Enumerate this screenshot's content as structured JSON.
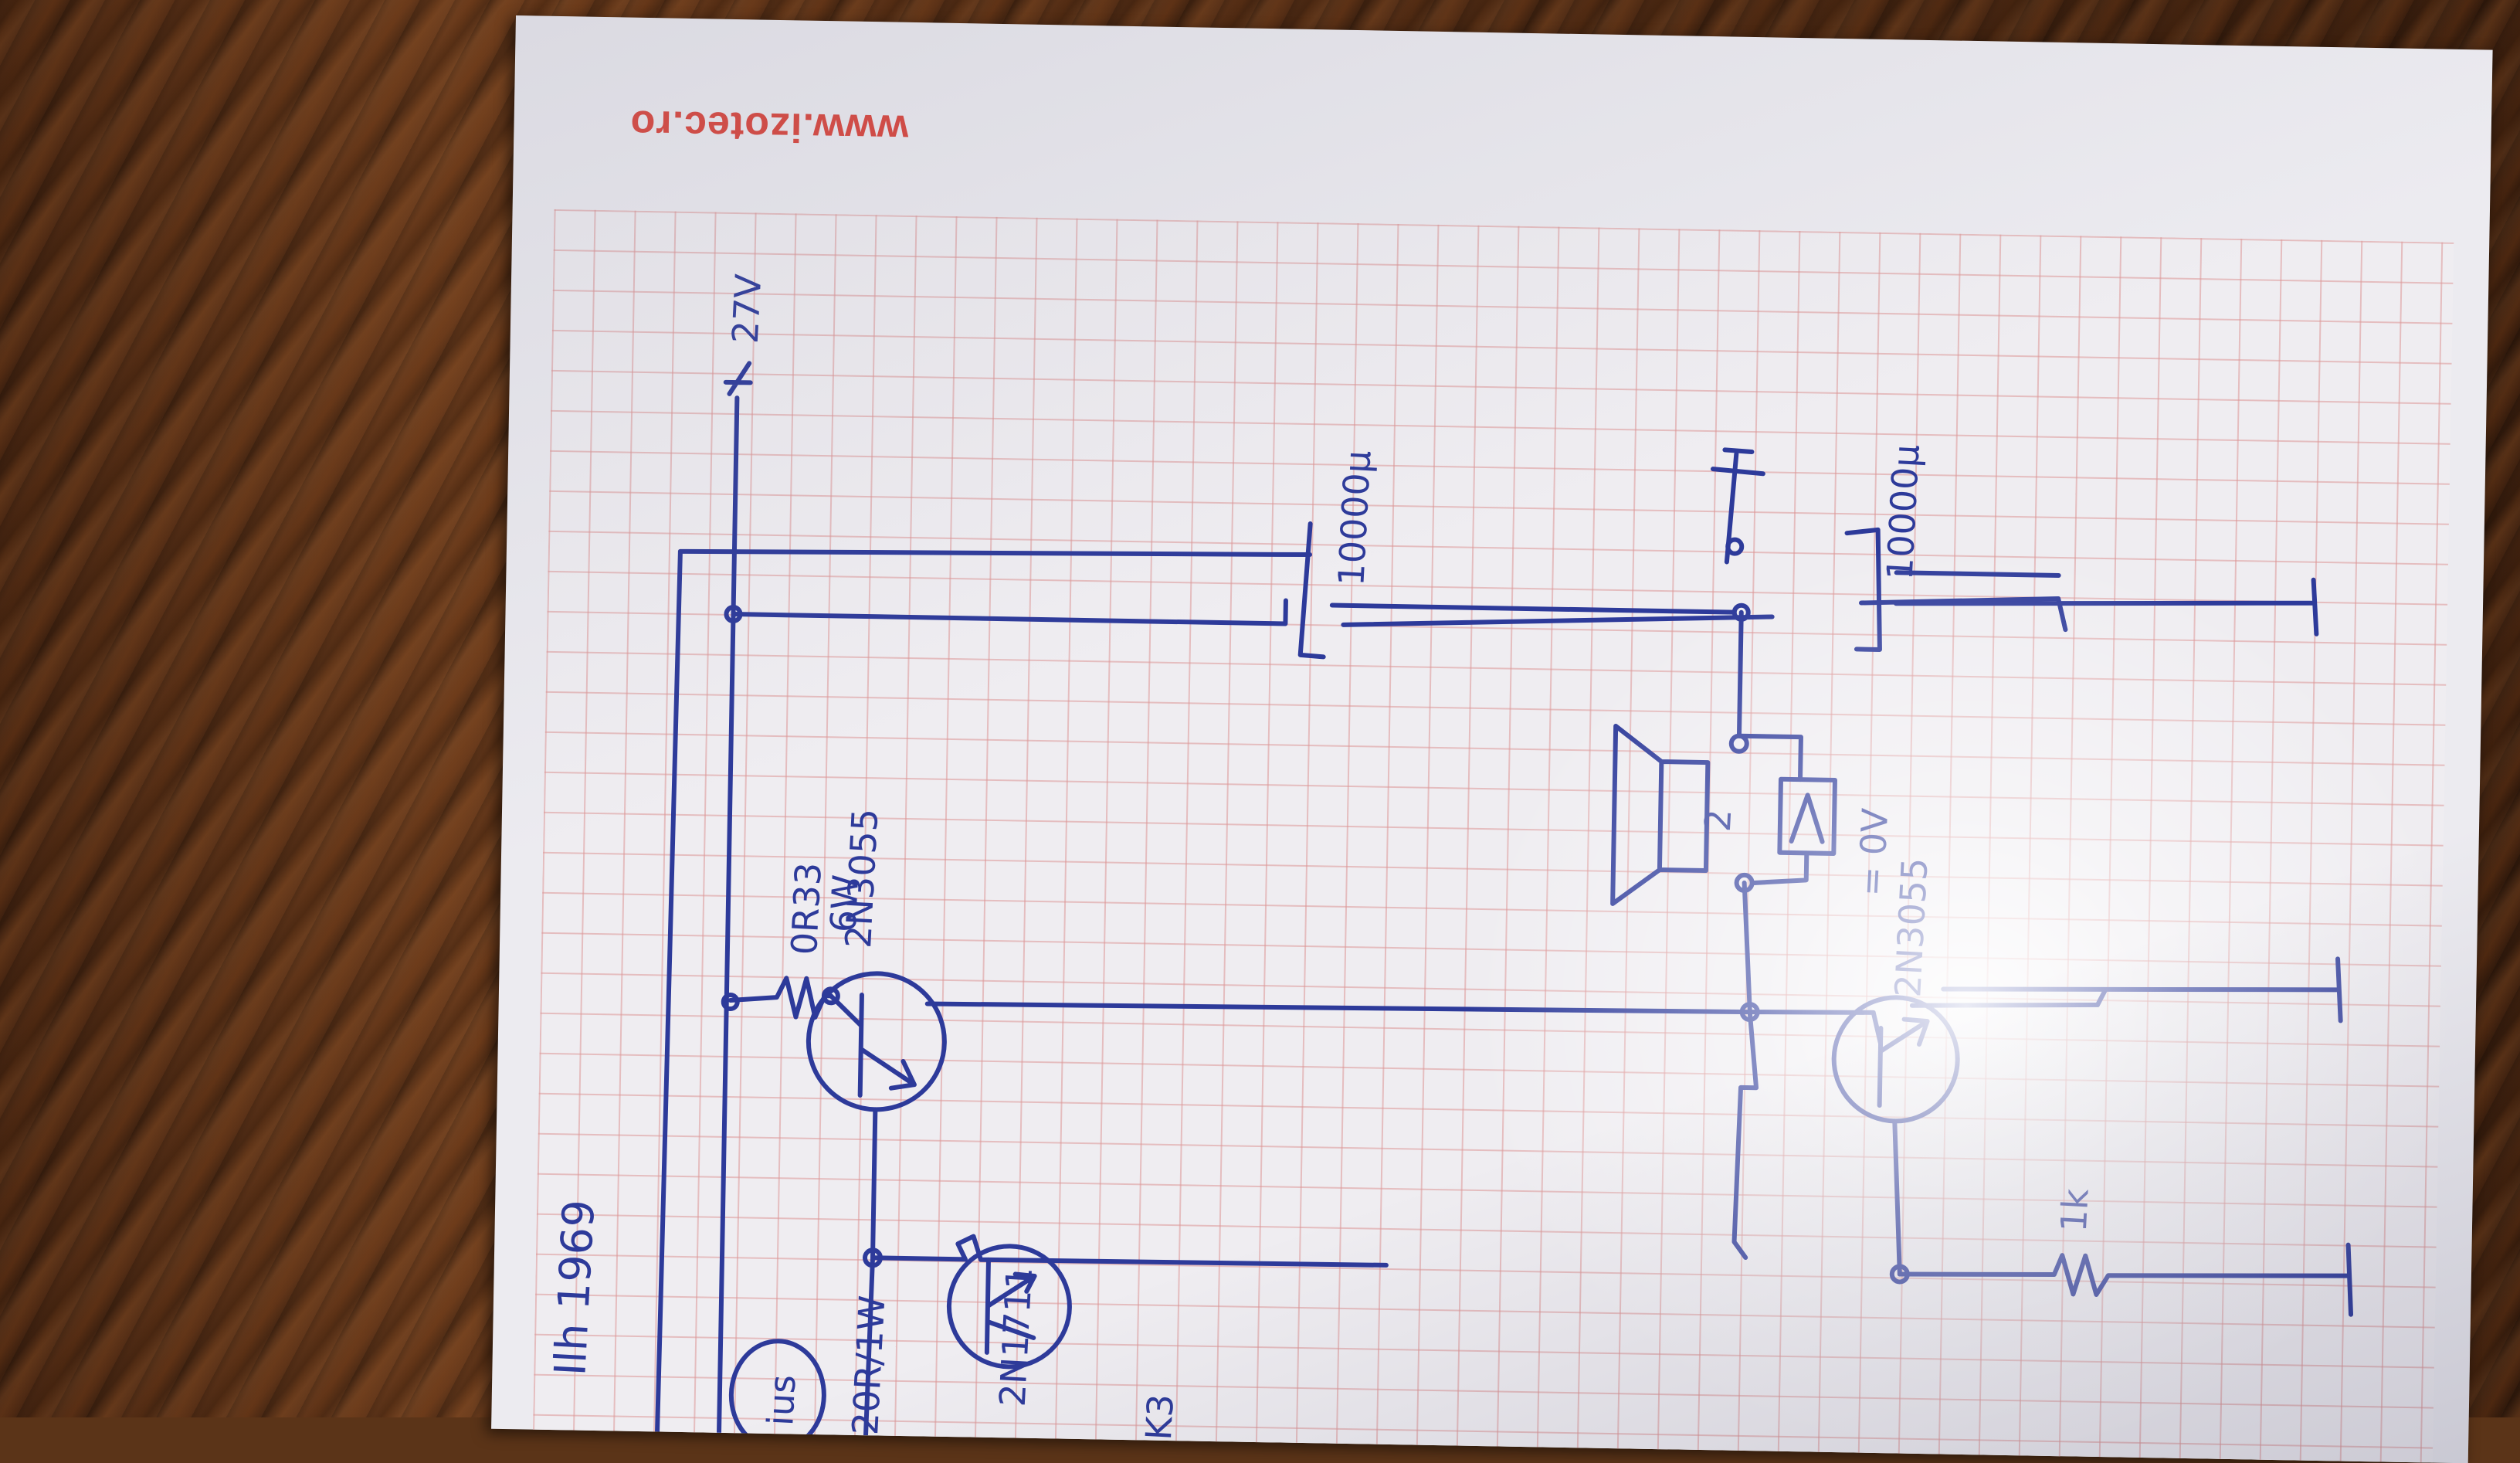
{
  "paper": {
    "brand_url": "www.izotec.ro"
  },
  "labels": {
    "supply": "27V",
    "cap_top": "10000µ",
    "cap_bottom": "10000µ",
    "resistor_emitter": "0R33",
    "resistor_power": "6W",
    "transistor_top": "2N3055",
    "transistor_bottom": "2N3055",
    "transistor_driver": "2N1711",
    "speaker": "2",
    "meter_reading": "= 0V",
    "resistor_1k": "1k",
    "resistor_20r": "20R/1W",
    "date": "Ilh 1969",
    "circled_note": "ius",
    "margin_note": "K3"
  },
  "colors": {
    "ink": "#2d3a9a",
    "brand": "#d9433a",
    "grid": "#dc9696"
  }
}
